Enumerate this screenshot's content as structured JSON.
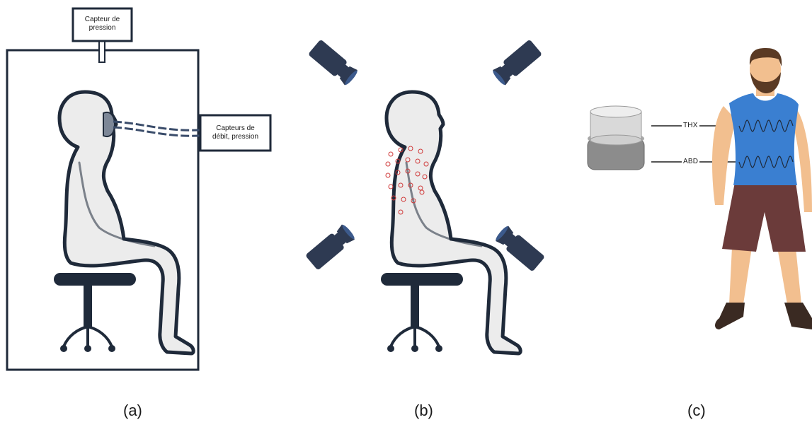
{
  "panel_a": {
    "label": "(a)",
    "pressure_sensor": "Capteur de\npression",
    "flow_sensors": "Capteurs de\ndébit, pression"
  },
  "panel_b": {
    "label": "(b)"
  },
  "panel_c": {
    "label": "(c)",
    "thx": "THX",
    "abd": "ABD"
  },
  "colors": {
    "outline": "#1f2a3a",
    "body_fill": "#ececec",
    "camera": "#2e3a52",
    "lens": "#3c5a8c",
    "marker": "#d03a3a",
    "shirt": "#3a7fd1",
    "shorts": "#6b3b3a",
    "skin": "#f2bf8f",
    "hair": "#5a3a24"
  }
}
